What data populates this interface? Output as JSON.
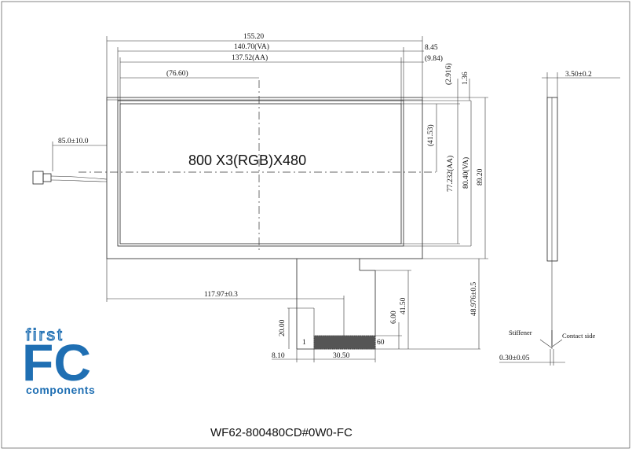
{
  "drawing": {
    "resolution_label": "800 X3(RGB)X480",
    "model_number": "WF62-800480CD#0W0-FC",
    "dimensions": {
      "overall_width": "155.20",
      "va_width": "140.70(VA)",
      "aa_width": "137.52(AA)",
      "center_offset": "(76.60)",
      "right_margin": "8.45",
      "right_margin2": "(9.84)",
      "top_offset": "(2.916)",
      "top_offset2": "1.36",
      "center_height": "(41.53)",
      "aa_height": "77.232(AA)",
      "va_height": "80.40(VA)",
      "overall_height": "89.20",
      "cable_length": "85.0±10.0",
      "tail_offset": "117.97±0.3",
      "tail_length": "20.00",
      "tail_height": "41.50",
      "tail_tip": "6.00",
      "tail_total": "48.976±0.5",
      "pad_offset": "8.10",
      "pad_width": "30.50",
      "pin_first": "1",
      "pin_last": "60",
      "thickness": "3.50±0.2",
      "stiffener_thickness": "0.30±0.05",
      "stiffener_label": "Stiffener",
      "contact_label": "Contact side"
    }
  },
  "logo": {
    "top": "first",
    "middle": "FC",
    "bottom": "components",
    "color": "#1f6fb3"
  }
}
